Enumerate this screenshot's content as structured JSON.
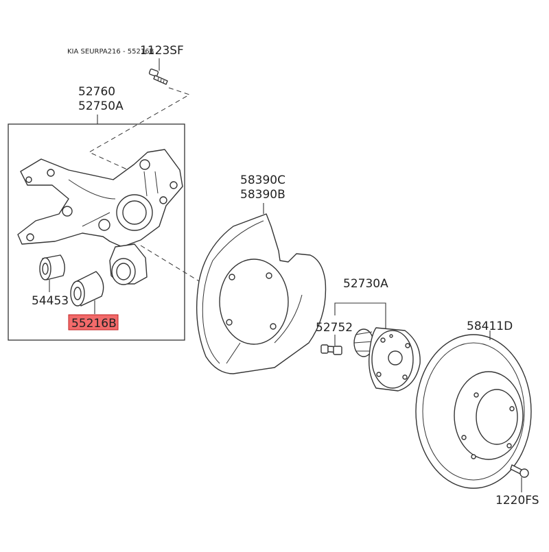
{
  "header_text": "KIA SEURPA216 - 55216B",
  "highlight_color": "#f26a6a",
  "parts": [
    {
      "id": "bolt",
      "label": "1123SF",
      "highlighted": false
    },
    {
      "id": "knuckle_a",
      "label": "52760",
      "highlighted": false
    },
    {
      "id": "knuckle_b",
      "label": "52750A",
      "highlighted": false
    },
    {
      "id": "bushing_small",
      "label": "54453",
      "highlighted": false
    },
    {
      "id": "bushing_large",
      "label": "55216B",
      "highlighted": true
    },
    {
      "id": "dust_cover_a",
      "label": "58390C",
      "highlighted": false
    },
    {
      "id": "dust_cover_b",
      "label": "58390B",
      "highlighted": false
    },
    {
      "id": "hub_assembly",
      "label": "52730A",
      "highlighted": false
    },
    {
      "id": "hub_bolt",
      "label": "52752",
      "highlighted": false
    },
    {
      "id": "brake_disc",
      "label": "58411D",
      "highlighted": false
    },
    {
      "id": "disc_screw",
      "label": "1220FS",
      "highlighted": false
    }
  ]
}
